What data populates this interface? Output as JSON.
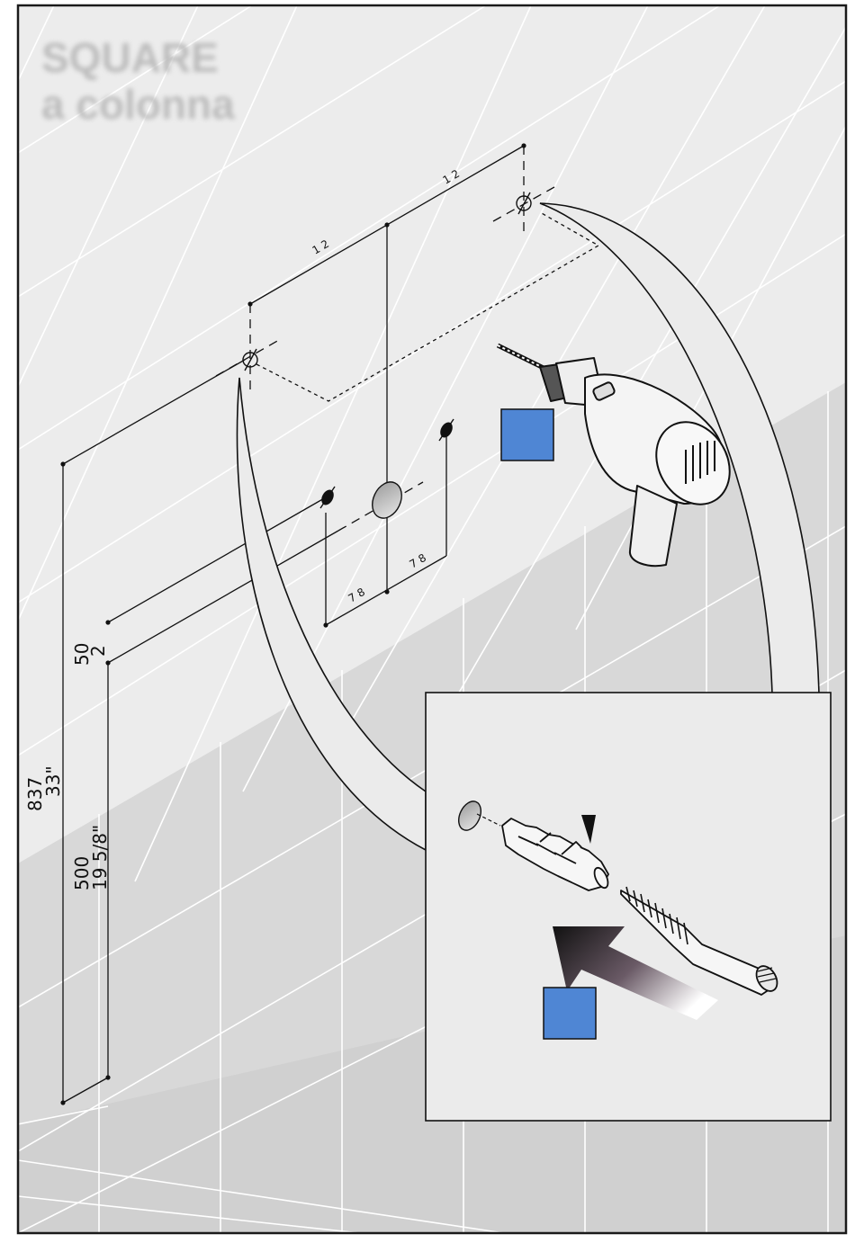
{
  "title": {
    "line1": "SQUARE",
    "line2": "a colonna"
  },
  "dimensions": {
    "top_left": "1 2",
    "top_right": "1 2",
    "bottom_left": "7 8",
    "bottom_right": "7 8",
    "offset_mm": "50",
    "offset_in": "2",
    "height_total_mm": "837",
    "height_total_in": "33\"",
    "height_inner_mm": "500",
    "height_inner_in": "19 5/8\""
  },
  "colors": {
    "wall_upper": "#ececec",
    "wall_lower": "#d6d6d6",
    "floor": "#cfcfcf",
    "marker_blue": "#4f86d4",
    "grout": "#ffffff"
  },
  "icons": [
    "drill-icon",
    "wall-plug-icon",
    "screw-icon",
    "insert-arrow-icon"
  ]
}
